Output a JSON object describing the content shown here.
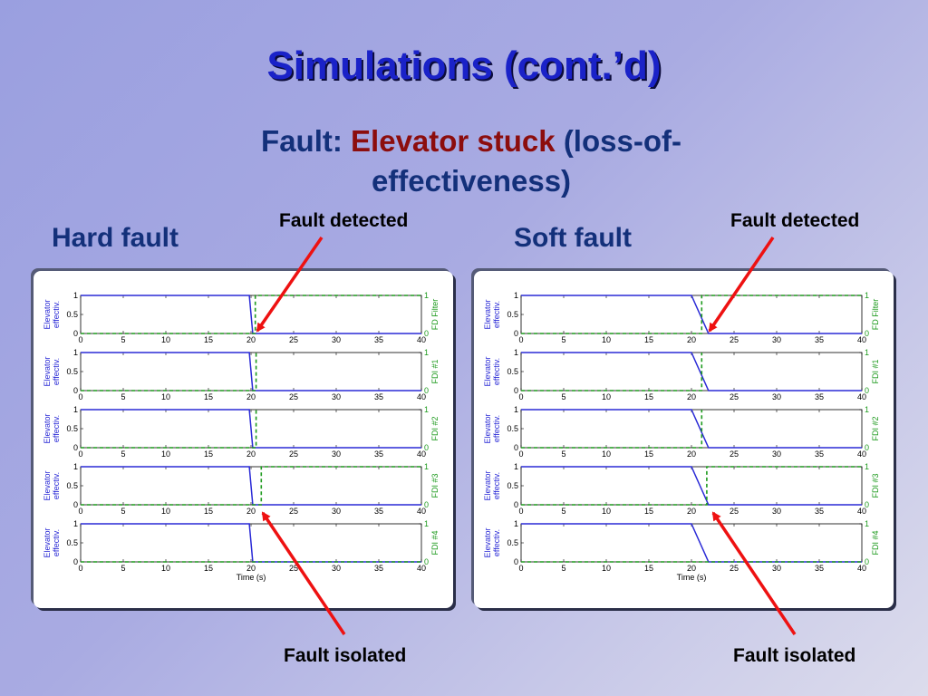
{
  "title": "Simulations (cont.’d)",
  "subtitle": {
    "prefix": "Fault:",
    "accent": "Elevator stuck",
    "suffix": "(loss-of-effectiveness)"
  },
  "sections": {
    "left": "Hard fault",
    "right": "Soft fault"
  },
  "annotations": {
    "left_detected": "Fault detected",
    "right_detected": "Fault detected",
    "left_isolated": "Fault isolated",
    "right_isolated": "Fault isolated"
  },
  "colors": {
    "effectiveness_line": "#2a2ad6",
    "filter_line": "#1d9a1d",
    "arrow": "#ee1111",
    "left_axis_label": "#2a2ad6",
    "right_axis_label": "#1d9a1d"
  },
  "chart_data": [
    {
      "type": "line",
      "label": "Hard fault",
      "xlabel": "Time (s)",
      "x_ticks": [
        0,
        5,
        10,
        15,
        20,
        25,
        30,
        35,
        40
      ],
      "y_ticks": [
        0,
        0.5,
        1
      ],
      "y_right_ticks": [
        0,
        1
      ],
      "xlim": [
        0,
        40
      ],
      "ylim": [
        0,
        1
      ],
      "subplots": [
        {
          "ylabel": [
            "Elevator",
            "effectiv."
          ],
          "right_label": "FD Filter",
          "series": [
            {
              "x": [
                0,
                19.8,
                20.2,
                40
              ],
              "y": [
                1,
                1,
                0,
                0
              ]
            },
            {
              "x": [
                0,
                20.5,
                20.5,
                40
              ],
              "y": [
                0,
                0,
                1,
                1
              ],
              "dashed": true
            }
          ]
        },
        {
          "ylabel": [
            "Elevator",
            "effectiv."
          ],
          "right_label": "FDI #1",
          "series": [
            {
              "x": [
                0,
                19.8,
                20.2,
                40
              ],
              "y": [
                1,
                1,
                0,
                0
              ]
            },
            {
              "x": [
                0,
                20.6,
                20.6
              ],
              "y": [
                0,
                0,
                1
              ],
              "dashed": true
            }
          ]
        },
        {
          "ylabel": [
            "Elevator",
            "effectiv."
          ],
          "right_label": "FDI #2",
          "series": [
            {
              "x": [
                0,
                19.8,
                20.2,
                40
              ],
              "y": [
                1,
                1,
                0,
                0
              ]
            },
            {
              "x": [
                0,
                20.6,
                20.6
              ],
              "y": [
                0,
                0,
                1
              ],
              "dashed": true
            }
          ]
        },
        {
          "ylabel": [
            "Elevator",
            "effectiv."
          ],
          "right_label": "FDI #3",
          "series": [
            {
              "x": [
                0,
                19.8,
                20.2,
                40
              ],
              "y": [
                1,
                1,
                0,
                0
              ]
            },
            {
              "x": [
                0,
                21.2,
                21.2,
                40
              ],
              "y": [
                0,
                0,
                1,
                1
              ],
              "dashed": true
            }
          ]
        },
        {
          "ylabel": [
            "Elevator",
            "effectiv."
          ],
          "right_label": "FDI #4",
          "series": [
            {
              "x": [
                0,
                19.8,
                20.2,
                40
              ],
              "y": [
                1,
                1,
                0,
                0
              ]
            },
            {
              "x": [
                0,
                40
              ],
              "y": [
                0,
                0
              ],
              "dashed": true
            }
          ]
        }
      ]
    },
    {
      "type": "line",
      "label": "Soft fault",
      "xlabel": "Time (s)",
      "x_ticks": [
        0,
        5,
        10,
        15,
        20,
        25,
        30,
        35,
        40
      ],
      "y_ticks": [
        0,
        0.5,
        1
      ],
      "y_right_ticks": [
        0,
        1
      ],
      "xlim": [
        0,
        40
      ],
      "ylim": [
        0,
        1
      ],
      "subplots": [
        {
          "ylabel": [
            "Elevator",
            "effectiv."
          ],
          "right_label": "FD Filter",
          "series": [
            {
              "x": [
                0,
                20,
                22,
                40
              ],
              "y": [
                1,
                1,
                0,
                0
              ]
            },
            {
              "x": [
                0,
                21.2,
                21.2,
                40
              ],
              "y": [
                0,
                0,
                1,
                1
              ],
              "dashed": true
            }
          ]
        },
        {
          "ylabel": [
            "Elevator",
            "effectiv."
          ],
          "right_label": "FDI #1",
          "series": [
            {
              "x": [
                0,
                20,
                22,
                40
              ],
              "y": [
                1,
                1,
                0,
                0
              ]
            },
            {
              "x": [
                0,
                21.2,
                21.2
              ],
              "y": [
                0,
                0,
                1
              ],
              "dashed": true
            }
          ]
        },
        {
          "ylabel": [
            "Elevator",
            "effectiv."
          ],
          "right_label": "FDI #2",
          "series": [
            {
              "x": [
                0,
                20,
                22,
                40
              ],
              "y": [
                1,
                1,
                0,
                0
              ]
            },
            {
              "x": [
                0,
                21.2,
                21.2
              ],
              "y": [
                0,
                0,
                1
              ],
              "dashed": true
            }
          ]
        },
        {
          "ylabel": [
            "Elevator",
            "effectiv."
          ],
          "right_label": "FDI #3",
          "series": [
            {
              "x": [
                0,
                20,
                22,
                40
              ],
              "y": [
                1,
                1,
                0,
                0
              ]
            },
            {
              "x": [
                0,
                21.8,
                21.8,
                40
              ],
              "y": [
                0,
                0,
                1,
                1
              ],
              "dashed": true
            }
          ]
        },
        {
          "ylabel": [
            "Elevator",
            "effectiv."
          ],
          "right_label": "FDI #4",
          "series": [
            {
              "x": [
                0,
                20,
                22,
                40
              ],
              "y": [
                1,
                1,
                0,
                0
              ]
            },
            {
              "x": [
                0,
                40
              ],
              "y": [
                0,
                0
              ],
              "dashed": true
            }
          ]
        }
      ]
    }
  ]
}
